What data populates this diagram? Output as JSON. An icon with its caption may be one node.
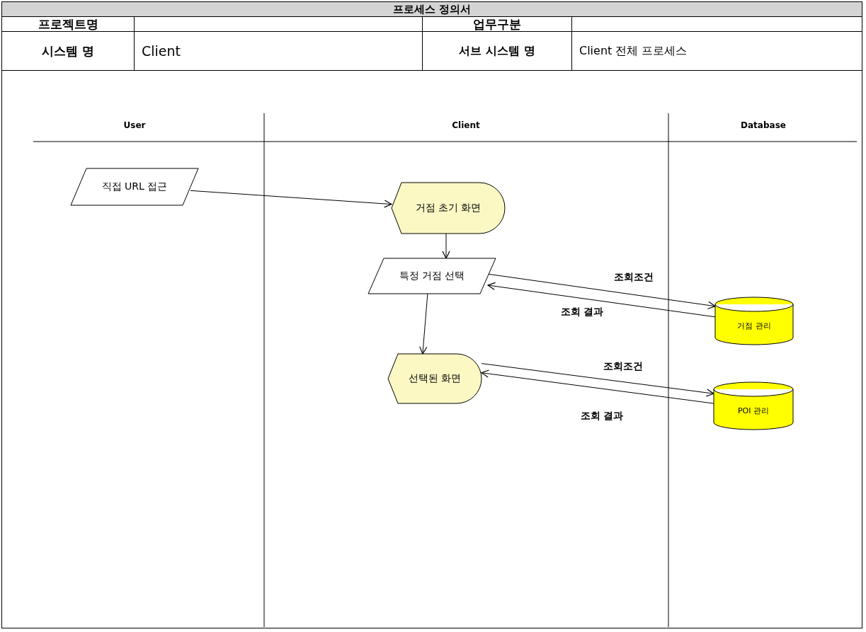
{
  "diagram": {
    "title": "프로세스 정의서",
    "nodes": [
      {
        "text": [
          "직접 URL 접근"
        ]
      },
      {
        "text": [
          "거점 초기 화면"
        ]
      },
      {
        "text": [
          "특정 거점 선택"
        ]
      },
      {
        "text": [
          "선택된 화면"
        ]
      },
      {
        "text": [
          "거점 관리"
        ]
      },
      {
        "text": [
          "POI 관리"
        ]
      }
    ],
    "edges": [
      {
        "from": 0,
        "to": 1,
        "arrow": "to"
      },
      {
        "from": 1,
        "to": 2,
        "arrow": "to"
      },
      {
        "from": 2,
        "to": 3,
        "arrow": "to"
      },
      {
        "from": 2,
        "to": 4,
        "arrow": "to",
        "label": "조회조건"
      },
      {
        "from": 4,
        "to": 2,
        "arrow": "to",
        "label": "조회 결과"
      },
      {
        "from": 3,
        "to": 5,
        "arrow": "to",
        "label": "조회조건"
      },
      {
        "from": 5,
        "to": 3,
        "arrow": "to",
        "label": "조회 결과"
      }
    ],
    "labels": [
      "프로젝트명",
      "업무구분",
      "시스템 명",
      "Client",
      "서브 시스템 명",
      "Client 전체 프로세스",
      "User",
      "Client",
      "Database"
    ]
  }
}
